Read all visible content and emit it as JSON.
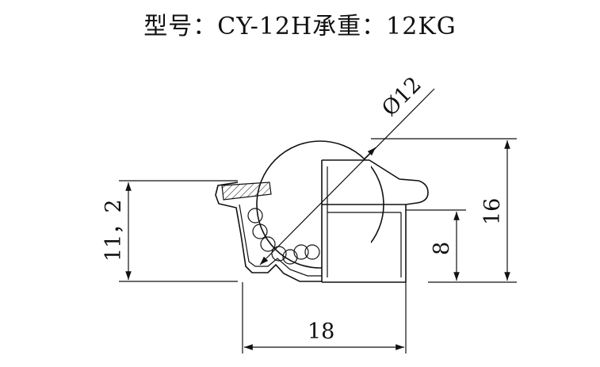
{
  "title": "型号：CY-12H承重：12KG",
  "dimensions": {
    "ball_diameter": "Ø12",
    "total_height": "16",
    "body_height": "8",
    "flange_height": "11，2",
    "width": "18"
  }
}
